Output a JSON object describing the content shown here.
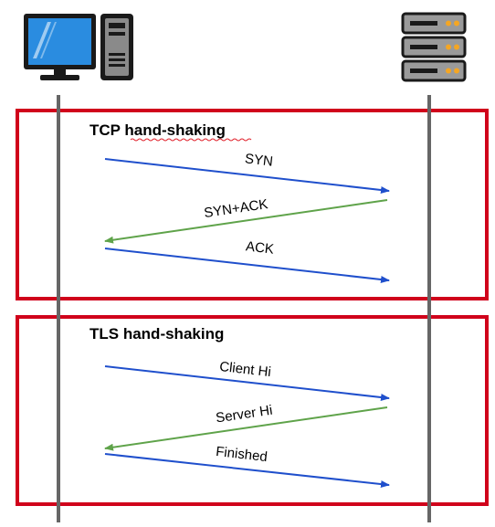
{
  "participants": {
    "left_icon": "desktop-computer-icon",
    "right_icon": "server-rack-icon"
  },
  "colors": {
    "frame": "#d0021b",
    "lifeline": "#666666",
    "request_arrow": "#1f4fcc",
    "response_arrow": "#5fa34a",
    "monitor_screen": "#2a8ce0",
    "spellcheck_underline": "#e0202a"
  },
  "sections": [
    {
      "title": "TCP hand-shaking",
      "messages": [
        {
          "label": "SYN",
          "direction": "client-to-server"
        },
        {
          "label": "SYN+ACK",
          "direction": "server-to-client"
        },
        {
          "label": "ACK",
          "direction": "client-to-server"
        }
      ]
    },
    {
      "title": "TLS hand-shaking",
      "messages": [
        {
          "label": "Client Hi",
          "direction": "client-to-server"
        },
        {
          "label": "Server Hi",
          "direction": "server-to-client"
        },
        {
          "label": "Finished",
          "direction": "client-to-server"
        }
      ]
    }
  ]
}
